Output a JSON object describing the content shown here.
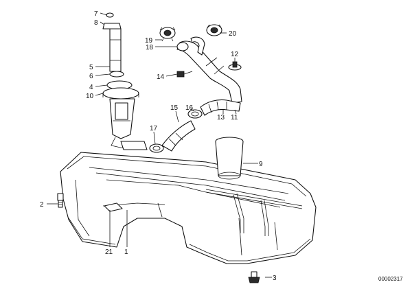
{
  "callouts": {
    "c7": "7",
    "c8_top": "8",
    "c5": "5",
    "c6": "6",
    "c4": "4",
    "c10": "10",
    "c19": "19",
    "c18": "18",
    "c20": "20",
    "c14": "14",
    "c12": "12",
    "c15": "15",
    "c16": "16",
    "c13": "13",
    "c11": "11",
    "c17": "17",
    "c9": "9",
    "c2": "2",
    "c21": "21",
    "c1": "1",
    "c3": "3"
  },
  "document_number": "00002317",
  "colors": {
    "line": "#111111",
    "background": "#ffffff"
  }
}
